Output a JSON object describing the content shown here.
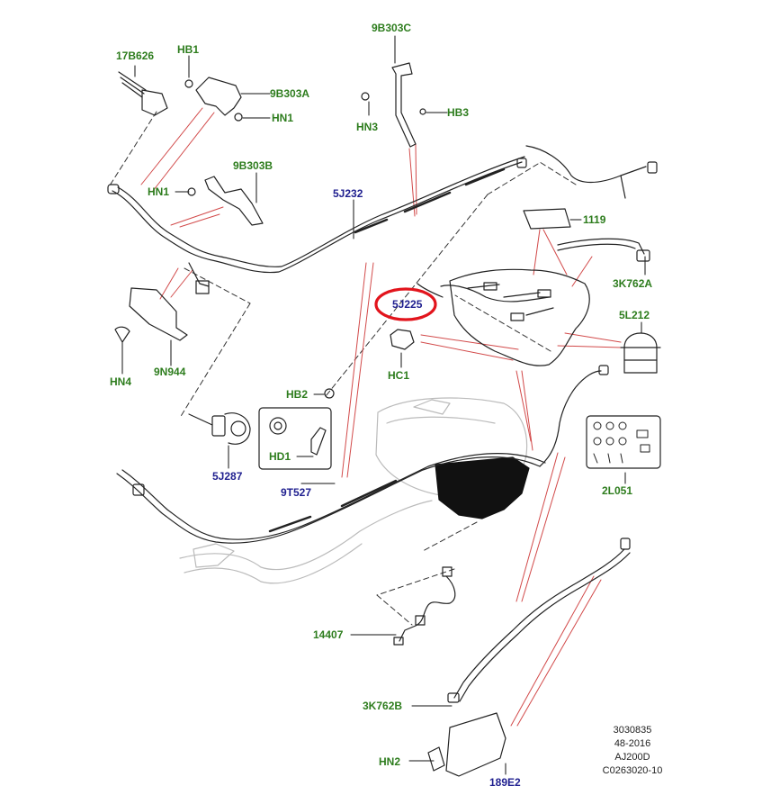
{
  "colors": {
    "green_label": "#2e7d1e",
    "blue_label": "#1f1f8f",
    "highlight": "#e2141c",
    "leader": "#d24a4a"
  },
  "labels": {
    "l17B626": "17B626",
    "lHB1": "HB1",
    "l9B303A": "9B303A",
    "lHN1a": "HN1",
    "l9B303C": "9B303C",
    "lHN3": "HN3",
    "lHB3": "HB3",
    "l9B303B": "9B303B",
    "lHN1b": "HN1",
    "l5J232": "5J232",
    "l1119": "1119",
    "l3K762A": "3K762A",
    "l5J225": "5J225",
    "l5L212": "5L212",
    "lHN4": "HN4",
    "l9N944": "9N944",
    "lHC1": "HC1",
    "lHB2": "HB2",
    "lHD1": "HD1",
    "l5J287": "5J287",
    "l9T527": "9T527",
    "l2L051": "2L051",
    "l14407": "14407",
    "l3K762B": "3K762B",
    "lHN2": "HN2",
    "l189E2": "189E2"
  },
  "info": {
    "line1": "3030835",
    "line2": "48-2016",
    "line3": "AJ200D",
    "line4": "C0263020-10"
  }
}
